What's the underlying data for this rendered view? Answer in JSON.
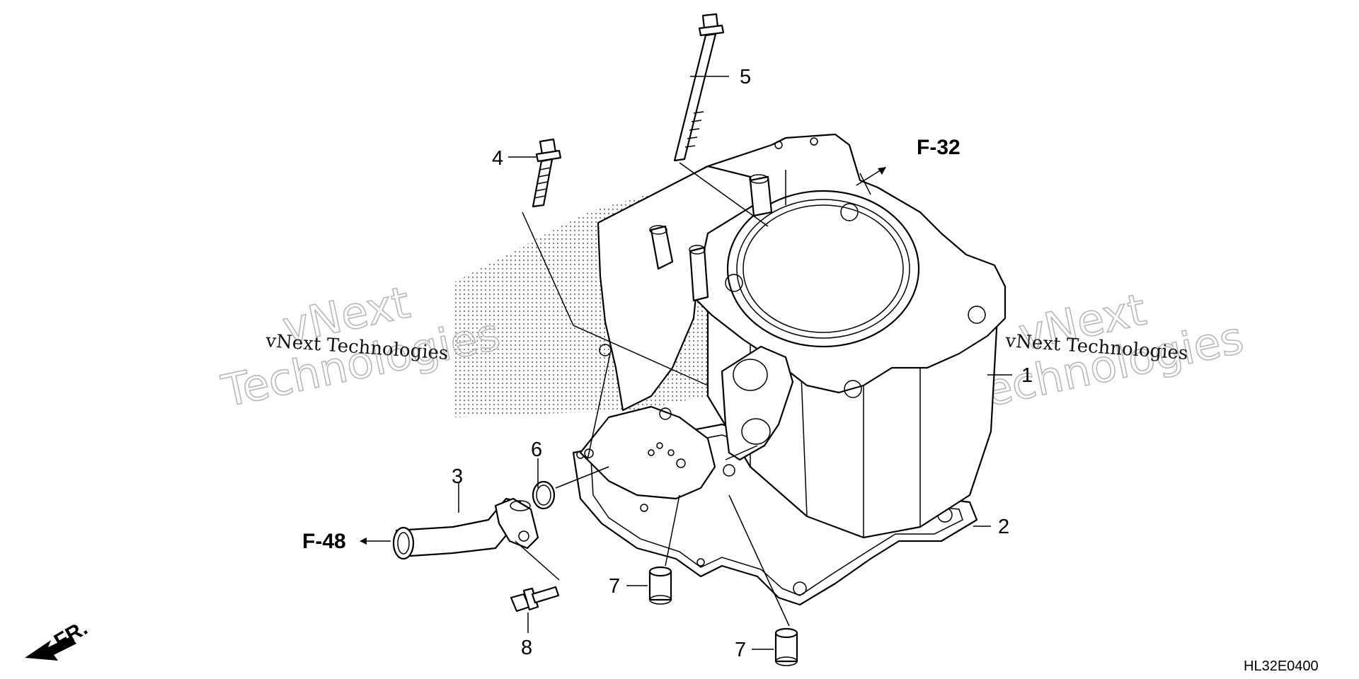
{
  "diagram": {
    "callouts": [
      {
        "id": "1",
        "text": "1"
      },
      {
        "id": "2",
        "text": "2"
      },
      {
        "id": "3",
        "text": "3"
      },
      {
        "id": "4",
        "text": "4"
      },
      {
        "id": "5",
        "text": "5"
      },
      {
        "id": "6",
        "text": "6"
      },
      {
        "id": "7a",
        "text": "7"
      },
      {
        "id": "7b",
        "text": "7"
      },
      {
        "id": "8",
        "text": "8"
      }
    ],
    "references": {
      "upper": "F-32",
      "left": "F-48"
    },
    "front_marker": "FR.",
    "drawing_code": "HL32E0400"
  },
  "watermark": {
    "small_text": "vNext Technologies",
    "big_line1": "vNext",
    "big_line2": "Technologies"
  }
}
